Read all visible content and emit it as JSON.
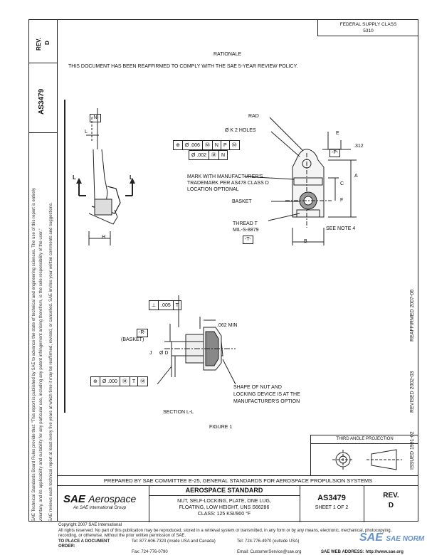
{
  "header": {
    "rev_label": "REV.",
    "rev_value": "D",
    "doc_number": "AS3479",
    "federal_supply_class_label": "FEDERAL SUPPLY CLASS",
    "federal_supply_class_value": "5310"
  },
  "left_disclaimer": {
    "line1": "SAE Technical Standards Board Rules provide that: \"This report is published by SAE to advance the state of technical and engineering sciences. The use of this report is entirely",
    "line2": "voluntary, and its applicability and suitability for any particular use, including any patent infringement arising therefrom, is the sole responsibility of the user.\"",
    "line3": "SAE reviews each technical report at least every five years at which time it may be reaffirmed, revised, or cancelled. SAE invites your written comments and suggestions."
  },
  "side_dates": {
    "issued": "ISSUED 1991-02",
    "revised": "REVISED 2002-03",
    "reaffirmed": "REAFFIRMED 2007-06"
  },
  "rationale": {
    "heading": "RATIONALE",
    "text": "THIS DOCUMENT HAS BEEN REAFFIRMED TO COMPLY WITH THE SAE 5-YEAR REVIEW POLICY."
  },
  "figure1": {
    "datum_n": "-N-",
    "datum_p": "-P-",
    "dim_l": "L",
    "dim_h": "H",
    "dim_e": "E",
    "dim_a": "A",
    "dim_c": "C",
    "dim_f": "F",
    "dim_b": "B",
    "dim_312": ".312",
    "rad_label": "RAD",
    "holes_label": "Ø K  2 HOLES",
    "fcf1": [
      "⊕",
      "Ø .006",
      "Ⓜ",
      "N",
      "P",
      "Ⓜ"
    ],
    "fcf2": [
      "Ø .002",
      "Ⓜ",
      "N"
    ],
    "mark_note": [
      "MARK WITH MANUFACTURER'S",
      "TRADEMARK PER AS478 CLASS D",
      "LOCATION OPTIONAL"
    ],
    "basket_label": "BASKET",
    "thread_label": [
      "THREAD  T",
      "MIL-S-8879"
    ],
    "datum_t": "-T-",
    "see_note": "SEE NOTE 4"
  },
  "section": {
    "perp_fcf": [
      "⊥",
      ".005",
      "T"
    ],
    "min_note": ".062 MIN",
    "basket_ref": "(BASKET)",
    "datum_r": "-R-",
    "dim_j": "J",
    "dim_d": "Ø D",
    "pos_fcf": [
      "⊕",
      "Ø .000",
      "Ⓜ",
      "T",
      "Ⓜ"
    ],
    "shape_note": [
      "SHAPE OF NUT AND",
      "LOCKING DEVICE IS AT THE",
      "MANUFACTURER'S OPTION"
    ],
    "section_label": "SECTION  L-L",
    "figure_label": "FIGURE 1"
  },
  "third_angle": {
    "label": "THIRD ANGLE PROJECTION"
  },
  "prepared_by": "PREPARED BY SAE COMMITTEE E-25, GENERAL STANDARDS FOR AEROSPACE PROPULSION SYSTEMS",
  "title_block": {
    "logo_sae": "SAE",
    "logo_aerospace": "Aerospace",
    "logo_sub": "An SAE International Group",
    "standard_heading": "AEROSPACE STANDARD",
    "title_line1": "NUT, SELF-LOCKING, PLATE, ONE LUG,",
    "title_line2": "FLOATING, LOW HEIGHT, UNS S66286",
    "title_line3": "CLASS: 125 KSI/900 °F",
    "doc_number": "AS3479",
    "sheet": "SHEET 1 OF 2",
    "rev_label": "REV.",
    "rev_value": "D"
  },
  "footer": {
    "copyright": "Copyright 2007 SAE International",
    "rights": "All rights reserved. No part of this publication may be reproduced, stored in a retrieval system or transmitted, in any form or by any means, electronic, mechanical, photocopying,",
    "rights2": "recording, or otherwise, without the prior written permission of SAE.",
    "order_label": "TO PLACE A DOCUMENT ORDER:",
    "tel1": "Tel: 877-606-7323 (inside USA and Canada)",
    "tel2": "Tel: 724-776-4970 (outside USA)",
    "fax": "Fax: 724-776-0790",
    "email": "Email: CustomerService@sae.org",
    "web": "SAE WEB ADDRESS: http://www.sae.org"
  },
  "watermark": {
    "text1": "SAE",
    "text2": "SAE NORM"
  }
}
